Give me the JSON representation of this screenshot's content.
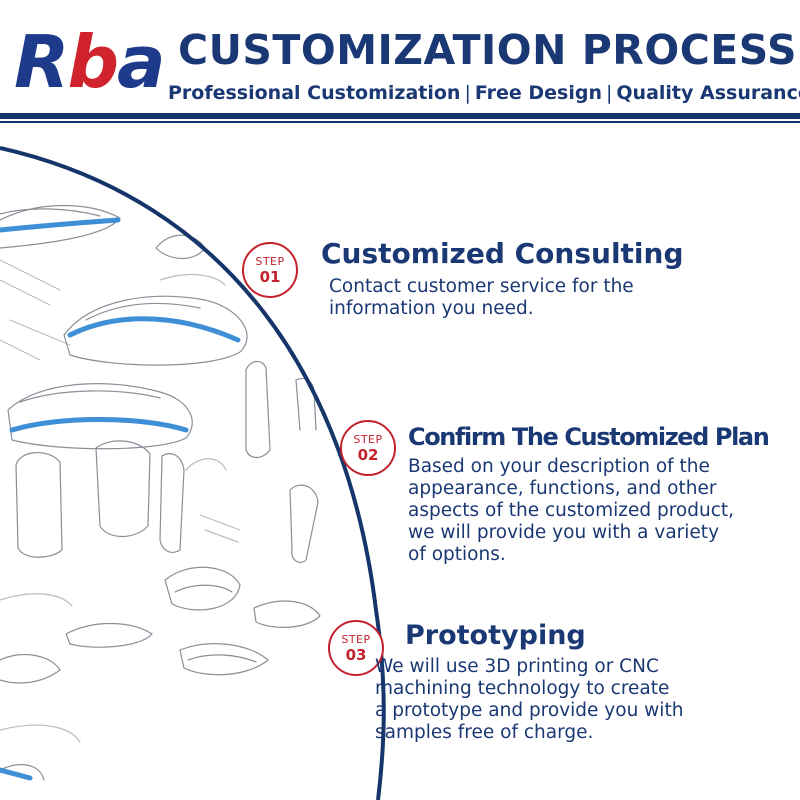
{
  "brand": {
    "logo": "Rba",
    "logo_parts": [
      "R",
      "b",
      "a"
    ]
  },
  "header": {
    "title": "CUSTOMIZATION PROCESS",
    "subtitle_items": [
      "Professional Customization",
      "Free Design",
      "Quality Assurance"
    ],
    "separator": "|"
  },
  "colors": {
    "navy": "#1a3873",
    "red": "#c2232c",
    "sketch_blue": "#3f8fd6"
  },
  "steps": [
    {
      "word": "STEP",
      "number": "01",
      "title": "Customized Consulting",
      "description": "Contact customer service for the\n  information you need."
    },
    {
      "word": "STEP",
      "number": "02",
      "title": "Confirm The Customized Plan",
      "description": "Based on your description of the\nappearance, functions, and other\naspects of the customized product,\nwe will provide you with a variety\nof options."
    },
    {
      "word": "STEP",
      "number": "03",
      "title": "Prototyping",
      "description": "   We will use 3D printing or CNC\n  machining technology to create\n a prototype and provide you with\nsamples free of charge."
    }
  ],
  "illustration": {
    "icon": "product-sketch-illustration"
  }
}
